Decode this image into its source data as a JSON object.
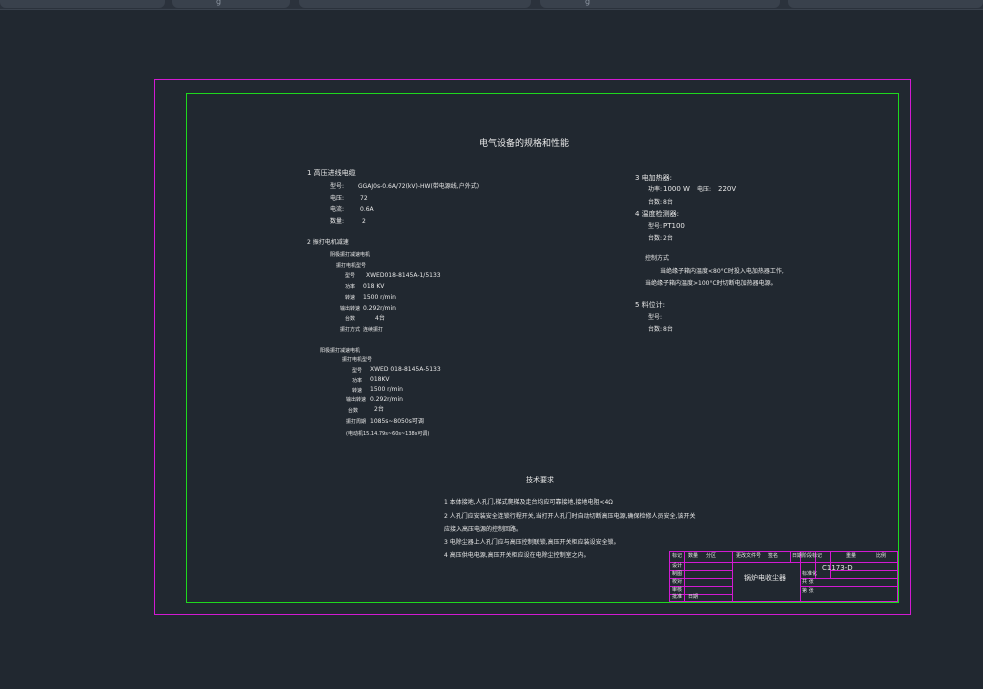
{
  "app": {
    "tabs": [
      {
        "label": "g"
      },
      {
        "label": "g"
      }
    ]
  },
  "drawing": {
    "title": "电气设备的规格和性能",
    "left_column": {
      "s1_heading": "1  高压进线电缆",
      "s1_model_label": "型号:",
      "s1_model_value": "GGAJ0s-0.6A/72(kV)-HW(带电源线,户外式)",
      "s1_voltage_label": "电压:",
      "s1_voltage_value": "72",
      "s1_current_label": "电流:",
      "s1_current_value": "0.6A",
      "s1_qty_label": "数量:",
      "s1_qty_value": "2",
      "s2_heading": "2  振打电机减速",
      "s2_group1_title": "阴极振打减速电机",
      "s2_group1_sub": "振打电机型号",
      "s2_g1_model_label": "型号",
      "s2_g1_model_value": "XWED018-8145A-1/5133",
      "s2_g1_power_label": "功率",
      "s2_g1_power_value": "018 KV",
      "s2_g1_speed_label": "转速",
      "s2_g1_speed_value": "1500 r/min",
      "s2_g1_out_label": "输出转速",
      "s2_g1_out_value": "0.292r/min",
      "s2_g1_qty_label": "台数",
      "s2_g1_qty_value": "4台",
      "s2_g1_mode_label": "振打方式",
      "s2_g1_mode_value": "连续振打",
      "s2_group2_title": "阳极振打减速电机",
      "s2_group2_sub": "振打电机型号",
      "s2_g2_model_label": "型号",
      "s2_g2_model_value": "XWED 018-8145A-5133",
      "s2_g2_power_label": "功率",
      "s2_g2_power_value": "018KV",
      "s2_g2_speed_label": "转速",
      "s2_g2_speed_value": "1500 r/min",
      "s2_g2_out_label": "输出转速",
      "s2_g2_out_value": "0.292r/min",
      "s2_g2_qty_label": "台数",
      "s2_g2_qty_value": "2台",
      "s2_g2_mode_label": "振打周期",
      "s2_g2_mode_value": "1085s~8050s可调",
      "s2_g2_note": "(电动机15.14.79s~60s~138s可调)"
    },
    "right_column": {
      "s3_heading": "3  电加热器:",
      "s3_power_label": "功率:",
      "s3_power_value": "1000 W",
      "s3_voltage_label": "电压:",
      "s3_voltage_value": "220V",
      "s3_qty_label": "台数:",
      "s3_qty_value": "8台",
      "s4_heading": "4  温度检测器:",
      "s4_model_label": "型号:",
      "s4_model_value": "PT100",
      "s4_qty_label": "台数:",
      "s4_qty_value": "2台",
      "control_heading": "控制方式",
      "control_line1": "当绝缘子箱内温度<80°C时投入电加热器工作,",
      "control_line2": "当绝缘子箱内温度>100°C时切断电加热器电源。",
      "s5_heading": "5  料位计:",
      "s5_model_label": "型号:",
      "s5_qty_label": "台数:",
      "s5_qty_value": "8台"
    },
    "tech": {
      "heading": "技术要求",
      "item1": "1  本体接地,人孔门,梯式爬梯及走台均应可靠接地,接地电阻<4Ω",
      "item2": "2  人孔门应安装安全连锁行程开关,当打开人孔门时自动切断高压电源,确保检修人员安全,该开关",
      "item2b": "   应接入高压电源的控制回路。",
      "item3": "3  电除尘器上人孔门应与高压控制联锁,高压开关柜应装设安全锁。",
      "item4": "4  高压供电电源,高压开关柜应设在电除尘控制室之内。"
    },
    "title_block": {
      "drawing_no": "C1173-D",
      "drawing_name": "锅炉电收尘器",
      "h_mark": "标记",
      "h_qty": "数量",
      "h_zone": "分区",
      "h_doc": "更改文件号",
      "h_sign": "签名",
      "h_date": "日期",
      "h_stage": "阶段标记",
      "h_weight": "重量",
      "h_scale": "比例",
      "r_design": "设计",
      "r_draw": "制图",
      "r_check": "校对",
      "r_review": "审核",
      "r_approve": "批准",
      "r_date": "日期",
      "r_page": "共 张",
      "r_sheet": "第 张",
      "r_std": "标准化"
    }
  }
}
